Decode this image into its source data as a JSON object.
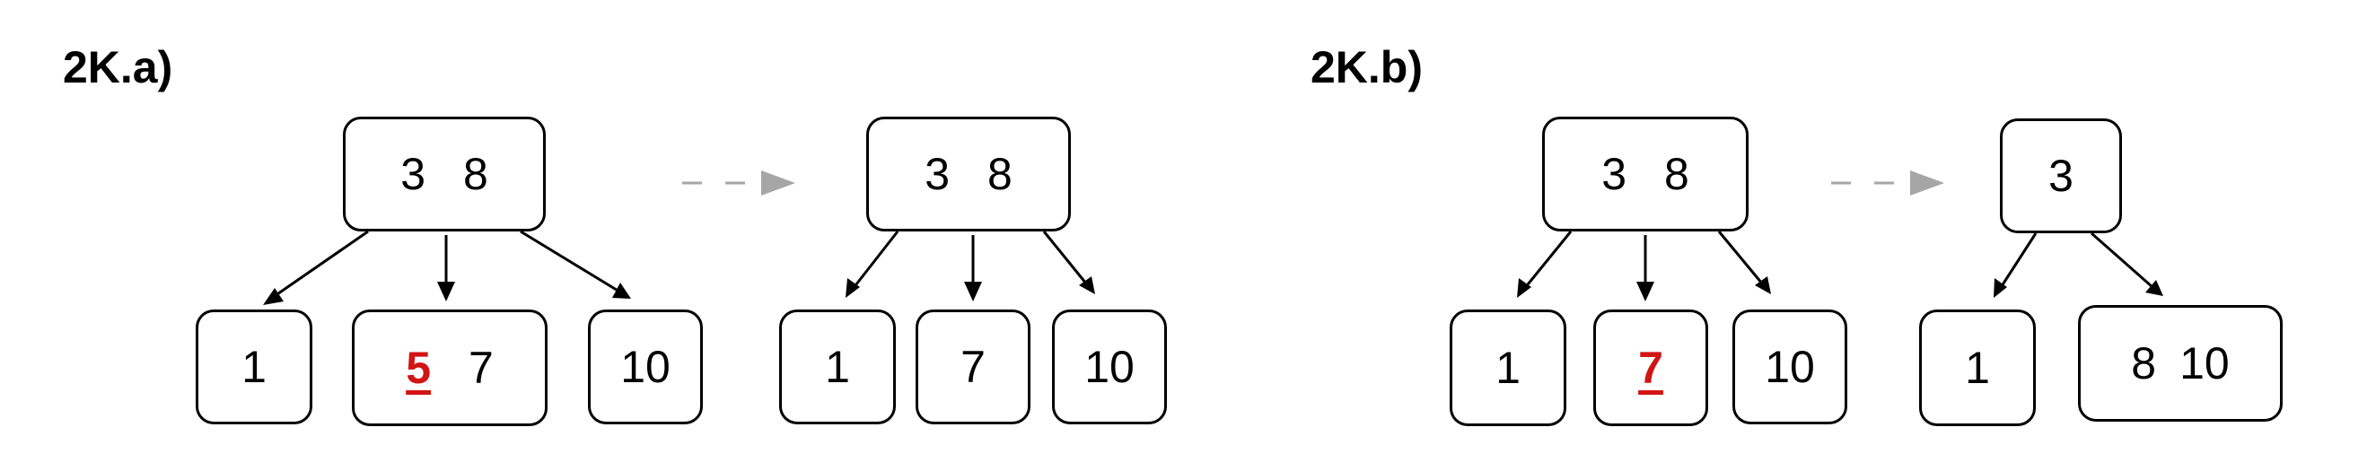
{
  "colors": {
    "edge": "#000000",
    "transition_arrow": "#a6a6a6",
    "highlight": "#d21414"
  },
  "panels": [
    {
      "label": "2K.a)",
      "before": {
        "root": {
          "keys": [
            "3",
            "8"
          ]
        },
        "children": [
          {
            "keys": [
              "1"
            ]
          },
          {
            "keys": [
              "5",
              "7"
            ],
            "highlight": "5"
          },
          {
            "keys": [
              "10"
            ]
          }
        ]
      },
      "after": {
        "root": {
          "keys": [
            "3",
            "8"
          ]
        },
        "children": [
          {
            "keys": [
              "1"
            ]
          },
          {
            "keys": [
              "7"
            ]
          },
          {
            "keys": [
              "10"
            ]
          }
        ]
      }
    },
    {
      "label": "2K.b)",
      "before": {
        "root": {
          "keys": [
            "3",
            "8"
          ]
        },
        "children": [
          {
            "keys": [
              "1"
            ]
          },
          {
            "keys": [
              "7"
            ],
            "highlight": "7"
          },
          {
            "keys": [
              "10"
            ]
          }
        ]
      },
      "after": {
        "root": {
          "keys": [
            "3"
          ]
        },
        "children": [
          {
            "keys": [
              "1"
            ]
          },
          {
            "keys": [
              "8",
              "10"
            ]
          }
        ]
      }
    }
  ]
}
